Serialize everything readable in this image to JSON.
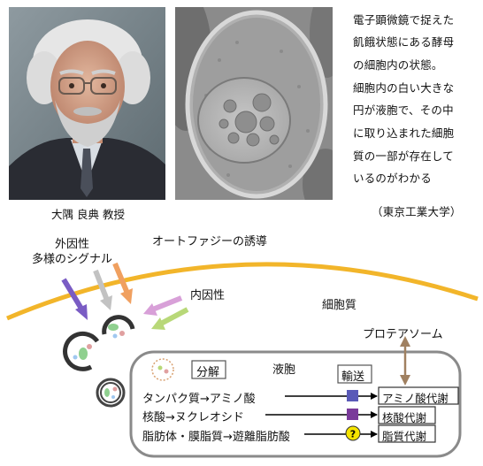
{
  "photo": {
    "caption": "大隅 良典 教授"
  },
  "micrograph": {
    "description_lines": [
      "電子顕微鏡で捉えた",
      "飢餓状態にある酵母",
      "の細胞内の状態。",
      "細胞内の白い大きな",
      "円が液胞で、その中",
      "に取り込まれた細胞",
      "質の一部が存在して",
      "いるのがわかる"
    ],
    "credit": "（東京工業大学）"
  },
  "diagram": {
    "title": "オートファジーの誘導",
    "external_label_line1": "外因性",
    "external_label_line2": "多様のシグナル",
    "internal_label": "内因性",
    "cytoplasm_label": "細胞質",
    "proteasome_label": "プロテアソーム",
    "vacuole_label": "液胞",
    "decomposition_label": "分解",
    "transport_label": "輸送",
    "unknown_marker": "?",
    "reactions": [
      {
        "text": "タンパク質→アミノ酸",
        "metabolism": "アミノ酸代謝"
      },
      {
        "text": "核酸→ヌクレオシド",
        "metabolism": "核酸代謝"
      },
      {
        "text": "脂肪体・膜脂質→遊離脂肪酸",
        "metabolism": "脂質代謝"
      }
    ],
    "colors": {
      "membrane": "#f2b52a",
      "arrow_purple": "#7a5cc4",
      "arrow_gray": "#bdbdbd",
      "arrow_orange": "#f0a060",
      "arrow_pink": "#d8a0d8",
      "arrow_green": "#b8d878",
      "transporter_blue": "#5a5ab8",
      "transporter_purple": "#7a3a9a",
      "question_yellow": "#f5e400",
      "proteasome_arrow": "#a08060"
    }
  }
}
